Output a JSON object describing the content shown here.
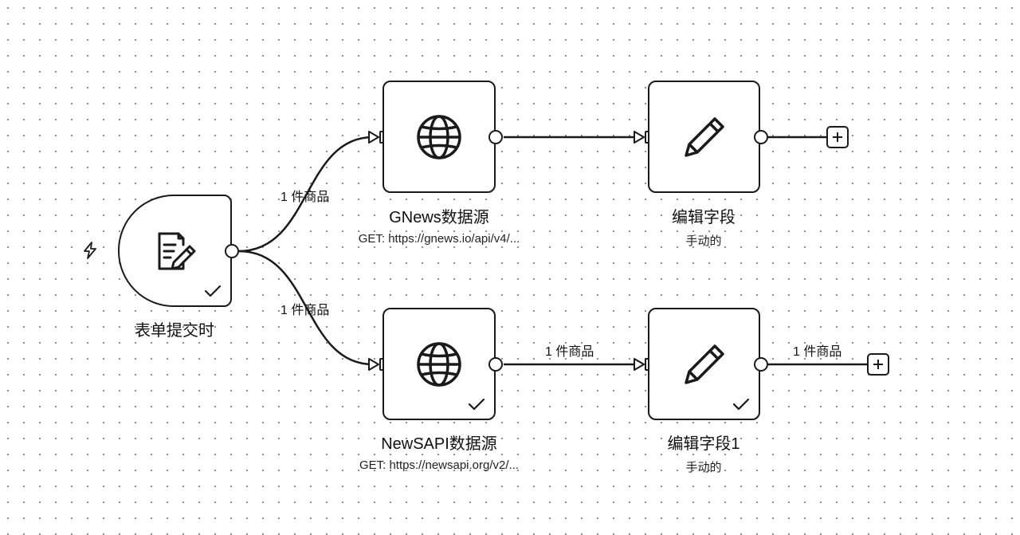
{
  "canvas": {
    "trigger_marker_icon": "lightning-bolt-icon"
  },
  "nodes": {
    "trigger": {
      "title": "表单提交时",
      "icon": "form-edit-icon",
      "executed": true
    },
    "gnews": {
      "title": "GNews数据源",
      "subtitle": "GET: https://gnews.io/api/v4/...",
      "icon": "globe-icon",
      "executed": false
    },
    "edit_fields": {
      "title": "编辑字段",
      "subtitle": "手动的",
      "icon": "pencil-icon",
      "executed": false
    },
    "newsapi": {
      "title": "NewSAPI数据源",
      "subtitle": "GET: https://newsapi.org/v2/...",
      "icon": "globe-icon",
      "executed": true
    },
    "edit_fields_1": {
      "title": "编辑字段1",
      "subtitle": "手动的",
      "icon": "pencil-icon",
      "executed": true
    }
  },
  "edges": {
    "trigger_to_gnews": "1 件商品",
    "trigger_to_newsapi": "1 件商品",
    "newsapi_to_edit1": "1 件商品",
    "edit1_to_add": "1 件商品"
  },
  "add_buttons": {
    "icon": "plus-icon"
  }
}
